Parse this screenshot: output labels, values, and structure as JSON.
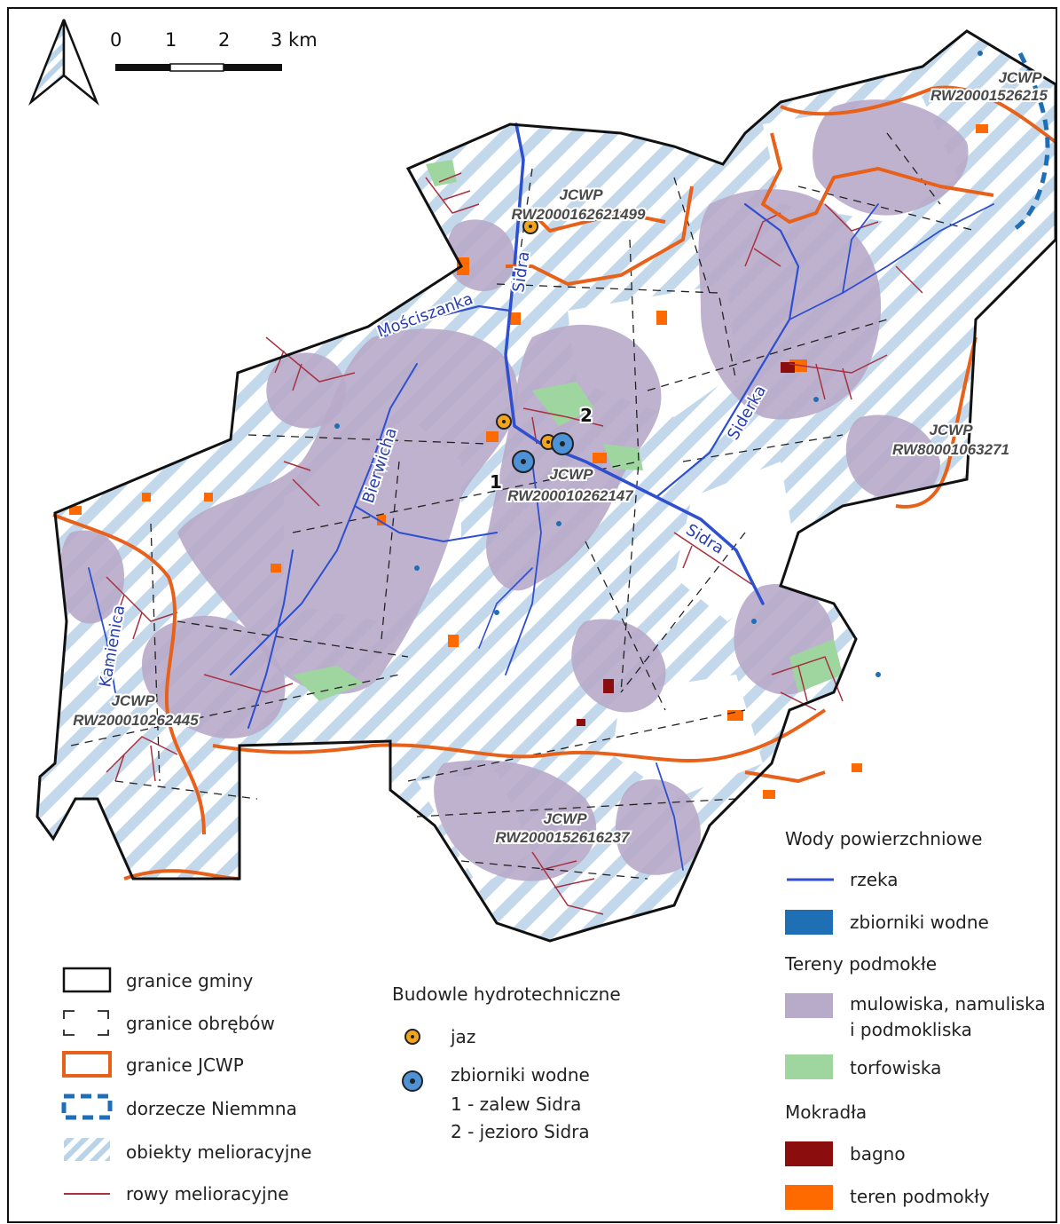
{
  "scale_bar": {
    "ticks": [
      "0",
      "1",
      "2",
      "3 km"
    ]
  },
  "jcwp_labels": [
    {
      "head": "JCWP",
      "code": "RW20001526215"
    },
    {
      "head": "JCWP",
      "code": "RW2000162621499"
    },
    {
      "head": "JCWP",
      "code": "RW80001063271"
    },
    {
      "head": "JCWP",
      "code": "RW200010262147"
    },
    {
      "head": "JCWP",
      "code": "RW200010262445"
    },
    {
      "head": "JCWP",
      "code": "RW2000152616237"
    }
  ],
  "river_labels": [
    "Sidra",
    "Mościszanka",
    "Bierwicha",
    "Siderka",
    "Sidra",
    "Kamienica"
  ],
  "reservoir_numbers": [
    "1",
    "2"
  ],
  "legend_left": {
    "items": [
      "granice gminy",
      "granice obrębów",
      "granice JCWP",
      "dorzecze Niemmna",
      "obiekty melioracyjne",
      "rowy melioracyjne"
    ]
  },
  "legend_middle": {
    "title": "Budowle hydrotechniczne",
    "jaz": "jaz",
    "zbiorniki": "zbiorniki wodne",
    "zbiorniki_1": "1 - zalew Sidra",
    "zbiorniki_2": "2 - jezioro Sidra"
  },
  "legend_right": {
    "groups": [
      {
        "title": "Wody powierzchniowe",
        "items": [
          "rzeka",
          "zbiorniki wodne"
        ]
      },
      {
        "title": "Tereny podmokłe",
        "items": [
          "mulowiska, namuliska",
          "i podmokliska",
          "torfowiska"
        ]
      },
      {
        "title": "Mokradła",
        "items": [
          "bagno",
          "teren podmokły"
        ]
      }
    ]
  },
  "colors": {
    "gmina_border": "#111111",
    "jcwp_border": "#e8611a",
    "niemen_border": "#1e6fb8",
    "river": "#2e4fcf",
    "water_body": "#1f6fb5",
    "mud_wetland": "#b8aac9",
    "peat": "#9fd6a0",
    "swamp": "#8b0d0d",
    "wet_area": "#ff6a00",
    "ditch": "#a8303f",
    "hatch": "#b9d3e8",
    "jaz_fill": "#f2a51c",
    "reservoir_fill": "#4d92d6"
  }
}
